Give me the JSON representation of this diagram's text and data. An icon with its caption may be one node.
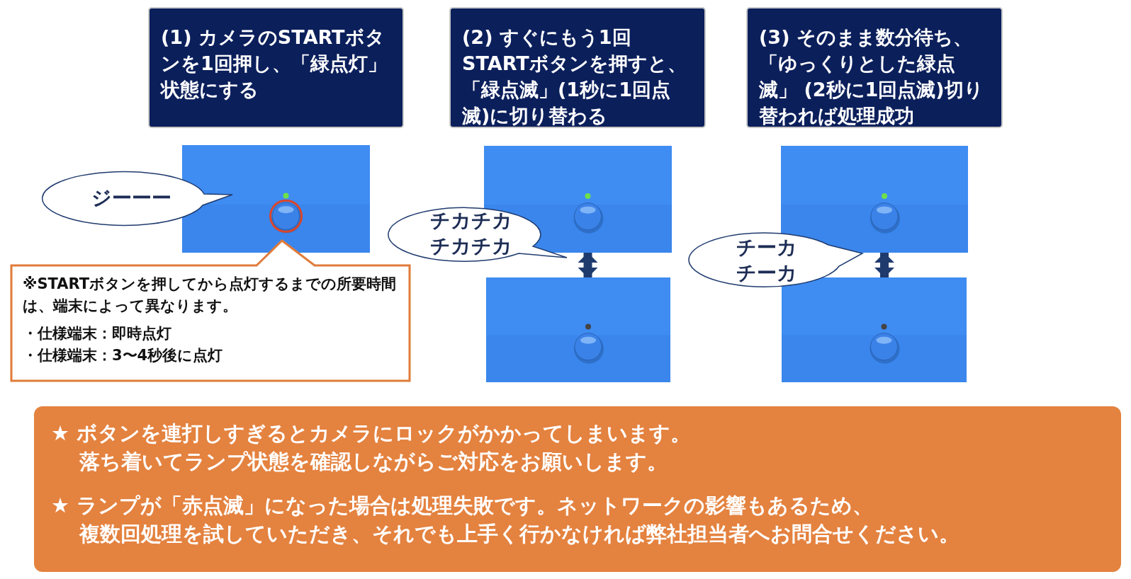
{
  "diagram": {
    "nodes": [
      {
        "text": [
          "(1) カメラのSTARTボタンを1回押し、「緑点灯」状態にする"
        ]
      },
      {
        "text": [
          "(2) すぐにもう1回STARTボタンを押すと、「緑点滅」(1秒に1回点滅)に切り替わる"
        ]
      },
      {
        "text": [
          "(3) そのまま数分待ち、「ゆっくりとした緑点滅」 (2秒に1回点滅)切り替われば処理成功"
        ]
      },
      {
        "text": [
          "ジーーー"
        ]
      },
      {
        "text": [],
        "shape": "picture"
      },
      {
        "text": [
          "※STARTボタンを押してから点灯するまでの所要時間は、端末によって異なります。",
          "・仕様端末：即時点灯",
          "・仕様端末：3〜4秒後に点灯"
        ]
      },
      {
        "text": [
          "チカチカチカチカ"
        ]
      },
      {
        "text": [],
        "shape": "picture"
      },
      {
        "text": [],
        "shape": "picture"
      },
      {
        "text": [
          "チーカチーカ"
        ]
      },
      {
        "text": [],
        "shape": "picture"
      },
      {
        "text": [],
        "shape": "picture"
      },
      {
        "text": [
          "★ ボタンを連打しすぎるとカメラにロックがかかってしまいます。落ち着いてランプ状態を確認しながらご対応をお願いします。",
          "★ ランプが「赤点滅」になった場合は処理失敗です。ネットワークの影響もあるため、複数回処理を試していただき、それでも上手く行かなければ弊社担当者へお問合せください。"
        ]
      }
    ],
    "edges": [
      {
        "from": 7,
        "to": 8,
        "arrow": "both"
      },
      {
        "from": 10,
        "to": 11,
        "arrow": "both"
      }
    ]
  }
}
